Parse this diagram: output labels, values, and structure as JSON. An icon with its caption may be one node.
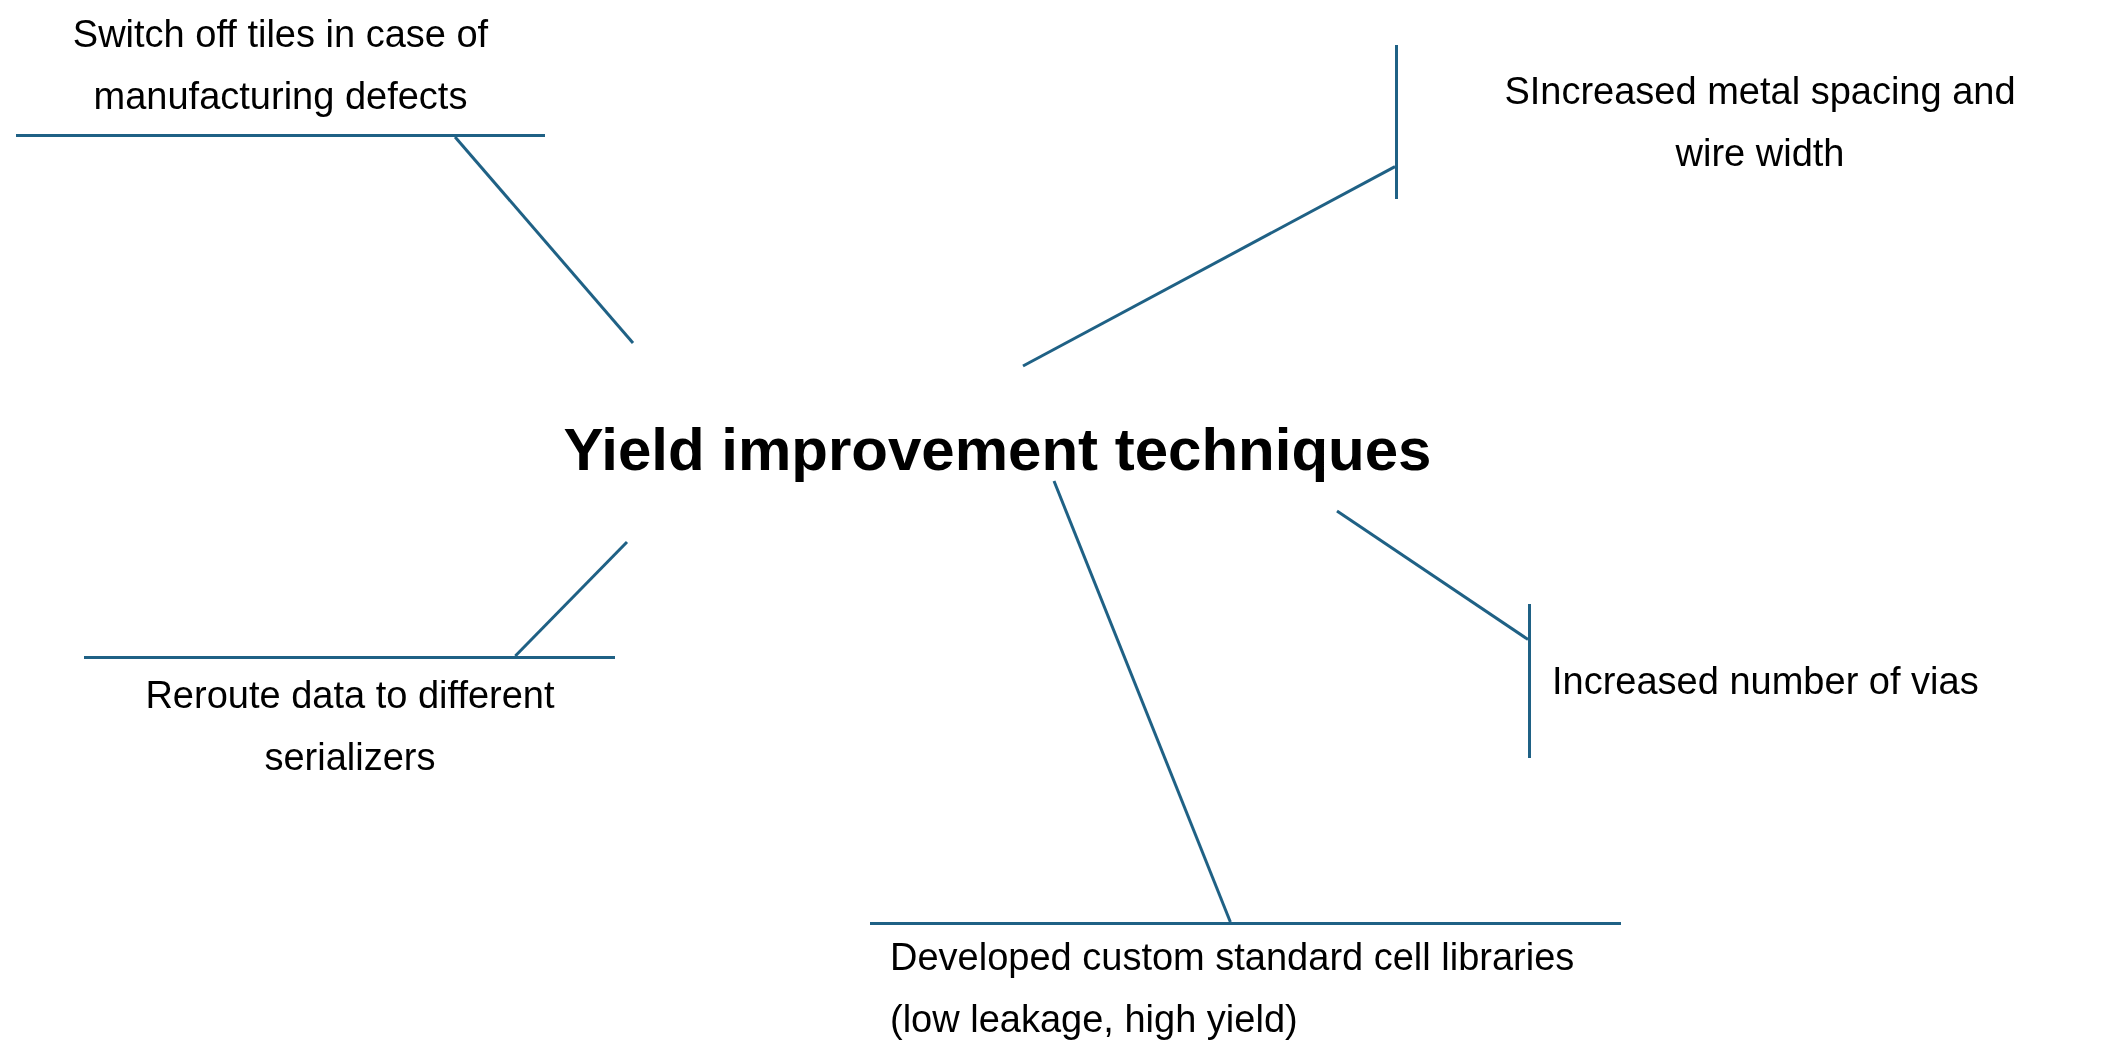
{
  "diagram": {
    "nodes": [
      {
        "text": [
          "Yield improvement techniques"
        ]
      },
      {
        "text": [
          "Switch off tiles in case of manufacturing defects"
        ]
      },
      {
        "text": [
          "SIncreased metal spacing and wire width"
        ]
      },
      {
        "text": [
          "Increased number of vias"
        ]
      },
      {
        "text": [
          "Developed custom standard cell libraries (low leakage, high yield)"
        ]
      },
      {
        "text": [
          "Reroute data to different serializers"
        ]
      }
    ],
    "edges": [
      {
        "from": 0,
        "to": 1,
        "arrow": "none"
      },
      {
        "from": 0,
        "to": 2,
        "arrow": "none"
      },
      {
        "from": 0,
        "to": 3,
        "arrow": "none"
      },
      {
        "from": 0,
        "to": 4,
        "arrow": "none"
      },
      {
        "from": 0,
        "to": 5,
        "arrow": "none"
      }
    ]
  }
}
